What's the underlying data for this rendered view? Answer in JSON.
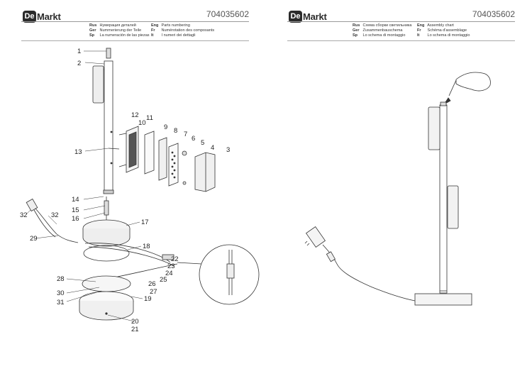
{
  "left": {
    "logo": {
      "mark": "De",
      "name": "Markt"
    },
    "code": "704035602",
    "header": {
      "col1": [
        {
          "lang": "Rus",
          "text": "Нумерация деталей"
        },
        {
          "lang": "Ger",
          "text": "Nummerierung der Teile"
        },
        {
          "lang": "Sp",
          "text": "La numeración de las piezas"
        }
      ],
      "col2": [
        {
          "lang": "Eng",
          "text": "Parts numbering"
        },
        {
          "lang": "Fr",
          "text": "Numérotation des composants"
        },
        {
          "lang": "It",
          "text": "I numeri dei dettagli"
        }
      ]
    },
    "parts": [
      "1",
      "2",
      "3",
      "4",
      "5",
      "6",
      "7",
      "8",
      "9",
      "10",
      "11",
      "12",
      "13",
      "14",
      "15",
      "16",
      "17",
      "18",
      "19",
      "20",
      "21",
      "22",
      "23",
      "24",
      "25",
      "26",
      "27",
      "28",
      "29",
      "30",
      "31",
      "32",
      "32"
    ]
  },
  "right": {
    "logo": {
      "mark": "De",
      "name": "Markt"
    },
    "code": "704035602",
    "header": {
      "col1": [
        {
          "lang": "Rus",
          "text": "Схема сборки светильника"
        },
        {
          "lang": "Ger",
          "text": "Zusammenbauschema"
        },
        {
          "lang": "Sp",
          "text": "Lo schema di montaggio"
        }
      ],
      "col2": [
        {
          "lang": "Eng",
          "text": "Assembly chart"
        },
        {
          "lang": "Fr",
          "text": "Schéma d'assemblage"
        },
        {
          "lang": "It",
          "text": "Lo schema di montaggio"
        }
      ]
    }
  }
}
